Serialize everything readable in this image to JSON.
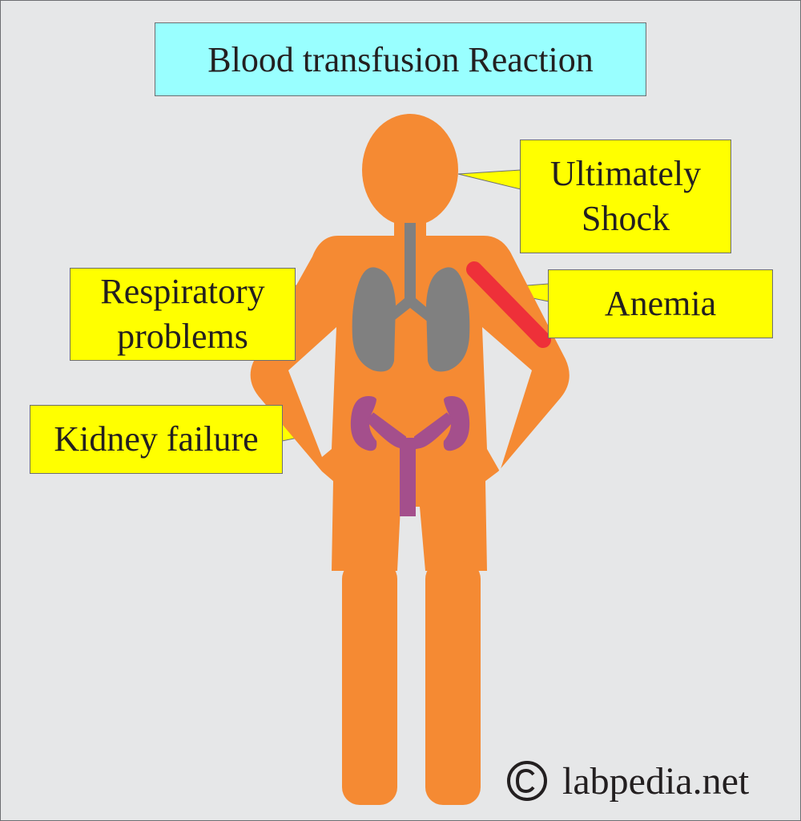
{
  "title": "Blood transfusion Reaction",
  "labels": {
    "shock": "Ultimately\nShock",
    "respiratory": "Respiratory\nproblems",
    "anemia": "Anemia",
    "kidney": "Kidney failure"
  },
  "watermark": {
    "icon": "copyright-icon",
    "text": "labpedia.net"
  },
  "colors": {
    "background": "#e6e7e8",
    "body": "#f58a33",
    "lungs": "#808080",
    "kidneys": "#a44f8c",
    "blood_vessel": "#ee3039",
    "label_fill": "#ffff00",
    "title_fill": "#99ffff",
    "text": "#231f20"
  }
}
